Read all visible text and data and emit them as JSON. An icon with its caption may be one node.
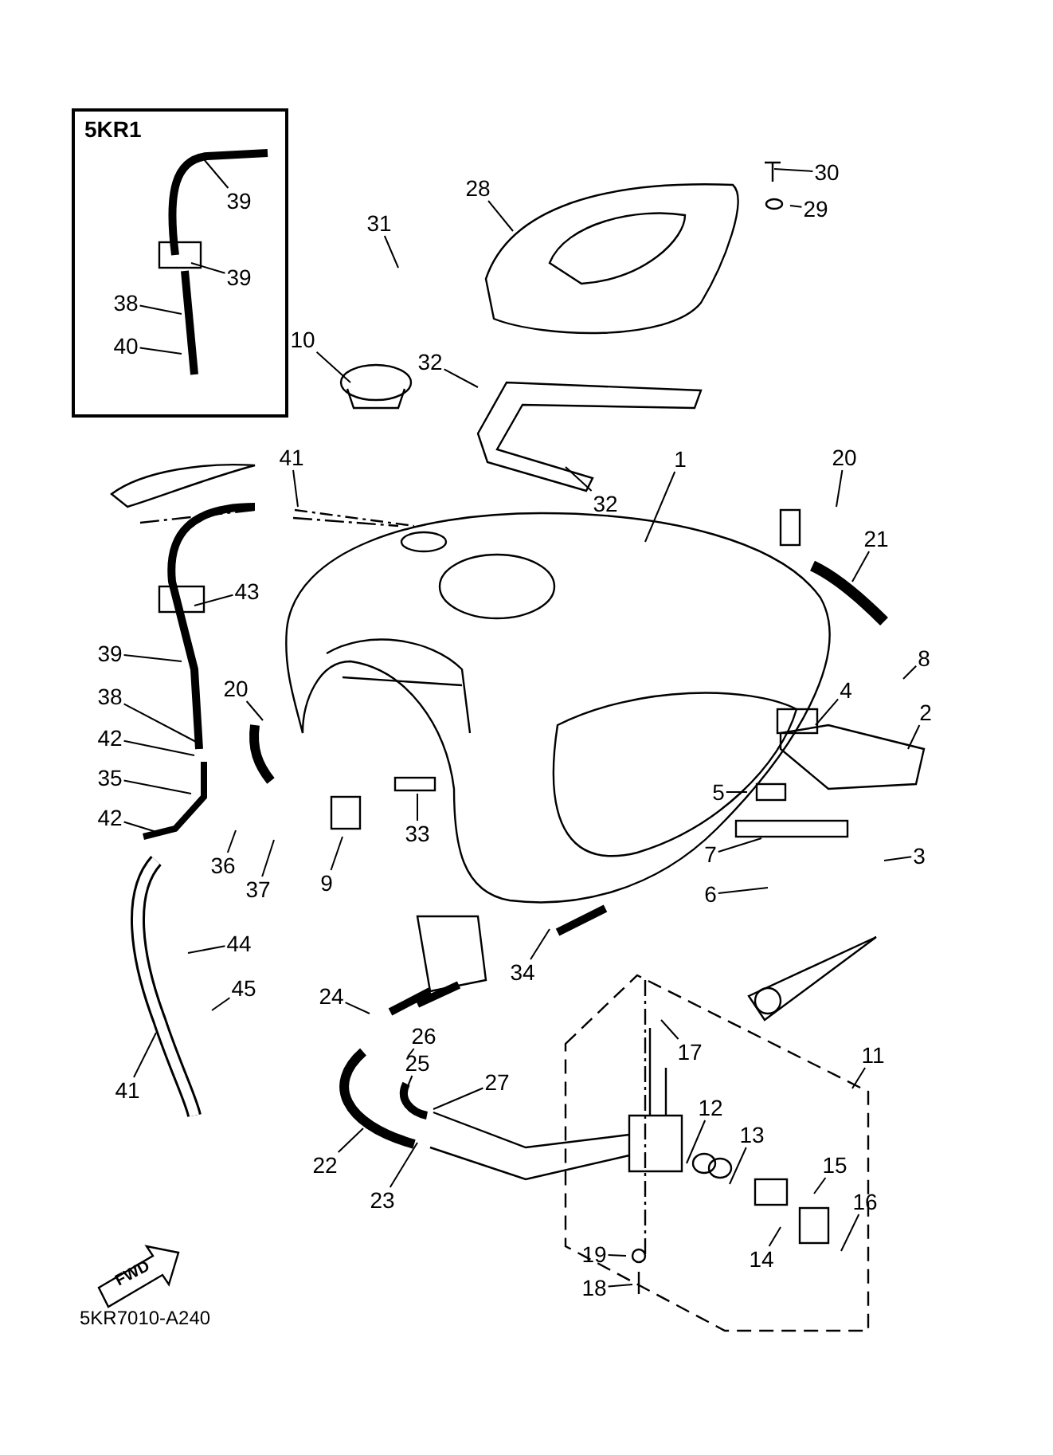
{
  "diagram": {
    "nodes": [
      {
        "text": [
          "5KR1"
        ]
      },
      {
        "text": [
          "39"
        ],
        "in": 0
      },
      {
        "text": [
          "39"
        ],
        "in": 0
      },
      {
        "text": [
          "38"
        ],
        "in": 0
      },
      {
        "text": [
          "40"
        ],
        "in": 0
      },
      {
        "text": [
          "30"
        ]
      },
      {
        "text": [
          "29"
        ]
      },
      {
        "text": [
          "28"
        ]
      },
      {
        "text": [
          "31"
        ]
      },
      {
        "text": [
          "10"
        ]
      },
      {
        "text": [
          "32"
        ]
      },
      {
        "text": [
          "32"
        ]
      },
      {
        "text": [
          "1"
        ]
      },
      {
        "text": [
          "20"
        ]
      },
      {
        "text": [
          "21"
        ]
      },
      {
        "text": [
          "41"
        ]
      },
      {
        "text": [
          "43"
        ]
      },
      {
        "text": [
          "39"
        ]
      },
      {
        "text": [
          "38"
        ]
      },
      {
        "text": [
          "20"
        ]
      },
      {
        "text": [
          "42"
        ]
      },
      {
        "text": [
          "4"
        ]
      },
      {
        "text": [
          "8"
        ]
      },
      {
        "text": [
          "2"
        ]
      },
      {
        "text": [
          "5"
        ]
      },
      {
        "text": [
          "7"
        ]
      },
      {
        "text": [
          "3"
        ]
      },
      {
        "text": [
          "6"
        ]
      },
      {
        "text": [
          "35"
        ]
      },
      {
        "text": [
          "42"
        ]
      },
      {
        "text": [
          "36"
        ]
      },
      {
        "text": [
          "37"
        ]
      },
      {
        "text": [
          "9"
        ]
      },
      {
        "text": [
          "33"
        ]
      },
      {
        "text": [
          "34"
        ]
      },
      {
        "text": [
          "44"
        ]
      },
      {
        "text": [
          "45"
        ]
      },
      {
        "text": [
          "41"
        ]
      },
      {
        "text": [
          "24"
        ]
      },
      {
        "text": [
          "26"
        ]
      },
      {
        "text": [
          "25"
        ]
      },
      {
        "text": [
          "27"
        ]
      },
      {
        "text": [
          "17"
        ]
      },
      {
        "text": [
          "11"
        ]
      },
      {
        "text": [
          "12"
        ]
      },
      {
        "text": [
          "13"
        ]
      },
      {
        "text": [
          "22"
        ]
      },
      {
        "text": [
          "23"
        ]
      },
      {
        "text": [
          "15"
        ]
      },
      {
        "text": [
          "16"
        ]
      },
      {
        "text": [
          "14"
        ]
      },
      {
        "text": [
          "19"
        ]
      },
      {
        "text": [
          "18"
        ]
      }
    ],
    "edges": [
      {
        "from": 1,
        "to": null,
        "arrow": "none"
      },
      {
        "from": 2,
        "to": null,
        "arrow": "none"
      },
      {
        "from": 3,
        "to": null,
        "arrow": "none"
      },
      {
        "from": 4,
        "to": null,
        "arrow": "none"
      },
      {
        "from": 5,
        "to": null,
        "arrow": "none"
      },
      {
        "from": 6,
        "to": null,
        "arrow": "none"
      },
      {
        "from": 7,
        "to": null,
        "arrow": "none"
      },
      {
        "from": 8,
        "to": null,
        "arrow": "none"
      },
      {
        "from": 9,
        "to": null,
        "arrow": "none"
      },
      {
        "from": 10,
        "to": null,
        "arrow": "none"
      },
      {
        "from": 11,
        "to": null,
        "arrow": "none"
      },
      {
        "from": 12,
        "to": null,
        "arrow": "none"
      },
      {
        "from": 13,
        "to": null,
        "arrow": "none"
      },
      {
        "from": 14,
        "to": null,
        "arrow": "none"
      },
      {
        "from": 15,
        "to": null,
        "arrow": "none"
      },
      {
        "from": 16,
        "to": null,
        "arrow": "none"
      },
      {
        "from": 17,
        "to": null,
        "arrow": "none"
      },
      {
        "from": 18,
        "to": null,
        "arrow": "none"
      },
      {
        "from": 19,
        "to": null,
        "arrow": "none"
      },
      {
        "from": 20,
        "to": null,
        "arrow": "none"
      },
      {
        "from": 21,
        "to": null,
        "arrow": "none"
      },
      {
        "from": 22,
        "to": null,
        "arrow": "none"
      },
      {
        "from": 23,
        "to": null,
        "arrow": "none"
      },
      {
        "from": 24,
        "to": null,
        "arrow": "none"
      },
      {
        "from": 25,
        "to": null,
        "arrow": "none"
      },
      {
        "from": 26,
        "to": null,
        "arrow": "none"
      },
      {
        "from": 27,
        "to": null,
        "arrow": "none"
      },
      {
        "from": 28,
        "to": null,
        "arrow": "none"
      },
      {
        "from": 29,
        "to": null,
        "arrow": "none"
      },
      {
        "from": 30,
        "to": null,
        "arrow": "none"
      },
      {
        "from": 31,
        "to": null,
        "arrow": "none"
      },
      {
        "from": 32,
        "to": null,
        "arrow": "none"
      },
      {
        "from": 33,
        "to": null,
        "arrow": "none"
      },
      {
        "from": 34,
        "to": null,
        "arrow": "none"
      },
      {
        "from": 35,
        "to": null,
        "arrow": "none"
      },
      {
        "from": 36,
        "to": null,
        "arrow": "none"
      },
      {
        "from": 37,
        "to": null,
        "arrow": "none"
      },
      {
        "from": 38,
        "to": null,
        "arrow": "none"
      },
      {
        "from": 39,
        "to": null,
        "arrow": "none"
      },
      {
        "from": 40,
        "to": null,
        "arrow": "none"
      },
      {
        "from": 41,
        "to": null,
        "arrow": "none"
      },
      {
        "from": 42,
        "to": null,
        "arrow": "none"
      },
      {
        "from": 43,
        "to": null,
        "arrow": "none"
      },
      {
        "from": 44,
        "to": null,
        "arrow": "none"
      },
      {
        "from": 45,
        "to": null,
        "arrow": "none"
      },
      {
        "from": 46,
        "to": null,
        "arrow": "none"
      },
      {
        "from": 47,
        "to": null,
        "arrow": "none"
      },
      {
        "from": 48,
        "to": null,
        "arrow": "none"
      },
      {
        "from": 49,
        "to": null,
        "arrow": "none"
      },
      {
        "from": 50,
        "to": null,
        "arrow": "none"
      },
      {
        "from": 51,
        "to": null,
        "arrow": "none"
      },
      {
        "from": 52,
        "to": null,
        "arrow": "none"
      }
    ],
    "labels": [
      "FWD",
      "5KR7010-A240"
    ]
  }
}
